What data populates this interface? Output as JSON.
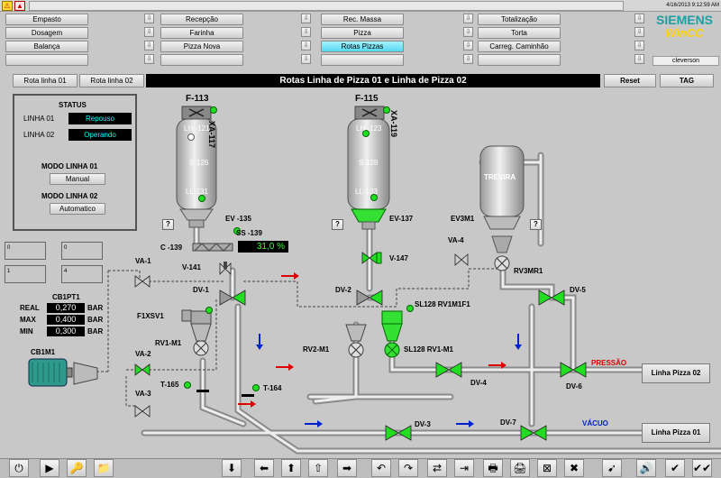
{
  "header": {
    "date_time": "4/16/2013 9:12:59 AM",
    "brand": "SIEMENS",
    "product": "WinCC",
    "user": "cleverson"
  },
  "nav": {
    "buttons": [
      "Empasto",
      "Recepção",
      "Rec. Massa",
      "Totalização",
      "Dosagem",
      "Farinha",
      "Pizza",
      "Torta",
      "Balança",
      "Pizza Nova",
      "Rotas Pizzas",
      "Carreg. Caminhão"
    ]
  },
  "tabs": {
    "line1": "Rota linha 01",
    "line2": "Rota linha 02",
    "title": "Rotas Linha de Pizza 01 e Linha de Pizza 02",
    "reset": "Reset",
    "tag": "TAG"
  },
  "status": {
    "title": "STATUS",
    "linha01_label": "LINHA 01",
    "linha01_value": "Repouso",
    "linha02_label": "LINHA 02",
    "linha02_value": "Operando",
    "modo1_label": "MODO LINHA 01",
    "modo1_value": "Manual",
    "modo2_label": "MODO LINHA 02",
    "modo2_value": "Automatico"
  },
  "small_boxes": [
    "0",
    "0",
    "1",
    "4"
  ],
  "pressure": {
    "title": "CB1PT1",
    "rows": [
      {
        "label": "REAL",
        "value": "0,270",
        "unit": "BAR"
      },
      {
        "label": "MAX",
        "value": "0,400",
        "unit": "BAR"
      },
      {
        "label": "MIN",
        "value": "0,300",
        "unit": "BAR"
      }
    ]
  },
  "process": {
    "silo1": "F-113",
    "silo1_xa": "XA-117",
    "silo1_lh": "LH -121",
    "silo1_s": "S-126",
    "silo1_ll": "LL-131",
    "silo2": "F-115",
    "silo2_xa": "XA-119",
    "silo2_lh": "LH -123",
    "silo2_s": "S-128",
    "silo2_ll": "LL-133",
    "trevira": "TREVIRA",
    "ev135": "EV -135",
    "ev137": "EV-137",
    "ev3m1": "EV3M1",
    "c139": "C -139",
    "ss139": "SS -139",
    "speed": "31,0",
    "speed_unit": "%",
    "v141": "V-141",
    "v147": "V-147",
    "va4": "VA-4",
    "rv3mr1": "RV3MR1",
    "va1": "VA-1",
    "va2": "VA-2",
    "va3": "VA-3",
    "dv1": "DV-1",
    "dv2": "DV-2",
    "dv3": "DV-3",
    "dv4": "DV-4",
    "dv5": "DV-5",
    "dv6": "DV-6",
    "dv7": "DV-7",
    "f1xsv1": "F1XSV1",
    "rv1m1": "RV1-M1",
    "rv2m1": "RV2-M1",
    "sl_top": "SL128 RV1M1F1",
    "sl_bot": "SL128 RV1-M1",
    "t165": "T-165",
    "t164": "T-164",
    "cb1m1": "CB1M1",
    "pressao": "PRESSÃO",
    "vacuo": "VÁCUO",
    "dest2": "Linha Pizza 02",
    "dest1": "Linha Pizza 01",
    "q": "?"
  },
  "toolbar": {
    "icons": [
      "power-icon",
      "play-icon",
      "key-icon",
      "folder-icon",
      "download-icon",
      "arrow-left-icon",
      "arrow-up-icon",
      "arrow-up-alt-icon",
      "arrow-right-icon",
      "undo-icon",
      "redo-icon",
      "transfer-icon",
      "export-icon",
      "print-icon",
      "print-alt-icon",
      "close-window-icon",
      "delete-icon",
      "cursor-icon",
      "speaker-icon",
      "check-icon",
      "check-double-icon"
    ],
    "glyphs": [
      "⏻",
      "▶",
      "🔑",
      "📁",
      "⬇",
      "⬅",
      "⬆",
      "⇧",
      "➡",
      "↶",
      "↷",
      "⇄",
      "⇥",
      "🖶",
      "🖨",
      "⊠",
      "✖",
      "➹",
      "🔊",
      "✔",
      "✔✔"
    ]
  }
}
